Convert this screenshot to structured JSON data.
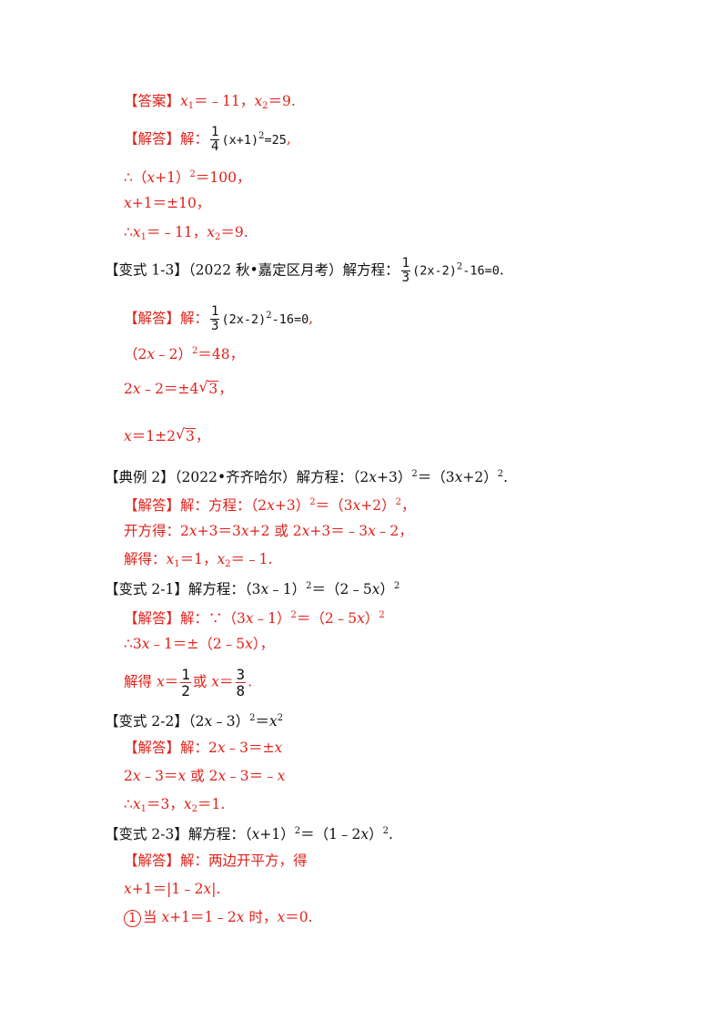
{
  "lines": {
    "l01": {
      "tag": "【答案】",
      "t1": "x",
      "s1": "1",
      "t2": "＝﹣11，",
      "t3": "x",
      "s2": "2",
      "t4": "＝9."
    },
    "l02": {
      "tag": "【解答】",
      "t1": "解：",
      "num": "1",
      "den": "4",
      "t2": "(x+1)",
      "sup": "2",
      "t3": "=25",
      "t4": ","
    },
    "l03": {
      "t1": "∴（",
      "t2": "x",
      "t3": "+1）",
      "sup": "2",
      "t4": "＝100，"
    },
    "l04": {
      "t1": "x",
      "t2": "+1＝±10，"
    },
    "l05": {
      "t1": "∴",
      "t2": "x",
      "s1": "1",
      "t3": "＝﹣11，",
      "t4": "x",
      "s2": "2",
      "t5": "＝9."
    },
    "l06": {
      "tag": "【变式 1-3】",
      "t1": "（2022 秋•嘉定区月考）解方程：",
      "num": "1",
      "den": "3",
      "t2": "(2x-2)",
      "sup": "2",
      "t3": "-16=0",
      "t4": "."
    },
    "l07": {
      "tag": "【解答】",
      "t1": "解：",
      "num": "1",
      "den": "3",
      "t2": "(2x-2)",
      "sup": "2",
      "t3": "-16=0",
      "t4": ","
    },
    "l08": {
      "t1": "（2",
      "t2": "x",
      "t3": "﹣2）",
      "sup": "2",
      "t4": "＝48，"
    },
    "l09": {
      "t1": "2",
      "t2": "x",
      "t3": "﹣2＝±4",
      "rad": "3",
      "t4": "，"
    },
    "l10": {
      "t1": "x",
      "t2": "＝1±2",
      "rad": "3",
      "t3": "，"
    },
    "l11": {
      "tag": "【典例 2】",
      "t1": "（2022•齐齐哈尔）解方程：（2",
      "t2": "x",
      "t3": "+3）",
      "sup1": "2",
      "t4": "＝（3",
      "t5": "x",
      "t6": "+2）",
      "sup2": "2",
      "t7": "."
    },
    "l12": {
      "tag": "【解答】",
      "t1": "解：方程：（2",
      "t2": "x",
      "t3": "+3）",
      "sup1": "2",
      "t4": "＝（3",
      "t5": "x",
      "t6": "+2）",
      "sup2": "2",
      "t7": "，"
    },
    "l13": {
      "t1": "开方得：2",
      "t2": "x",
      "t3": "+3＝3",
      "t4": "x",
      "t5": "+2 或 2",
      "t6": "x",
      "t7": "+3＝﹣3",
      "t8": "x",
      "t9": "﹣2，"
    },
    "l14": {
      "t1": "解得：",
      "t2": "x",
      "s1": "1",
      "t3": "＝1，",
      "t4": "x",
      "s2": "2",
      "t5": "＝﹣1."
    },
    "l15": {
      "tag": "【变式 2-1】",
      "t1": "解方程：（3",
      "t2": "x",
      "t3": "﹣1）",
      "sup1": "2",
      "t4": "＝（2﹣5",
      "t5": "x",
      "t6": "）",
      "sup2": "2"
    },
    "l16": {
      "tag": "【解答】",
      "t1": "解：∵（3",
      "t2": "x",
      "t3": "﹣1）",
      "sup1": "2",
      "t4": "＝（2﹣5",
      "t5": "x",
      "t6": "）",
      "sup2": "2"
    },
    "l17": {
      "t1": "∴3",
      "t2": "x",
      "t3": "﹣1＝±（2﹣5",
      "t4": "x",
      "t5": "），"
    },
    "l18": {
      "t1": "解得 ",
      "t2": "x",
      "t3": "＝",
      "num1": "1",
      "den1": "2",
      "t4": "或 ",
      "t5": "x",
      "t6": "＝",
      "num2": "3",
      "den2": "8",
      "t7": "."
    },
    "l19": {
      "tag": "【变式 2-2】",
      "t1": "（2",
      "t2": "x",
      "t3": "﹣3）",
      "sup1": "2",
      "t4": "＝",
      "t5": "x",
      "sup2": "2"
    },
    "l20": {
      "tag": "【解答】",
      "t1": "解：2",
      "t2": "x",
      "t3": "﹣3＝±",
      "t4": "x"
    },
    "l21": {
      "t1": "2",
      "t2": "x",
      "t3": "﹣3＝",
      "t4": "x",
      "t5": " 或 2",
      "t6": "x",
      "t7": "﹣3＝﹣",
      "t8": "x"
    },
    "l22": {
      "t1": "∴",
      "t2": "x",
      "s1": "1",
      "t3": "＝3，",
      "t4": "x",
      "s2": "2",
      "t5": "＝1."
    },
    "l23": {
      "tag": "【变式 2-3】",
      "t1": "解方程：（",
      "t2": "x",
      "t3": "+1）",
      "sup": "2",
      "t4": "＝（1﹣2",
      "t5": "x",
      "t6": "）",
      "sup2": "2",
      "t7": "."
    },
    "l24": {
      "tag": "【解答】",
      "t1": "解：两边开平方，得"
    },
    "l25": {
      "t1": "x",
      "t2": "+1＝|1﹣2",
      "t3": "x",
      "t4": "|."
    },
    "l26": {
      "circle": "1",
      "t1": "当 ",
      "t2": "x",
      "t3": "+1＝1﹣2",
      "t4": "x",
      "t5": " 时，",
      "t6": "x",
      "t7": "＝0."
    }
  }
}
